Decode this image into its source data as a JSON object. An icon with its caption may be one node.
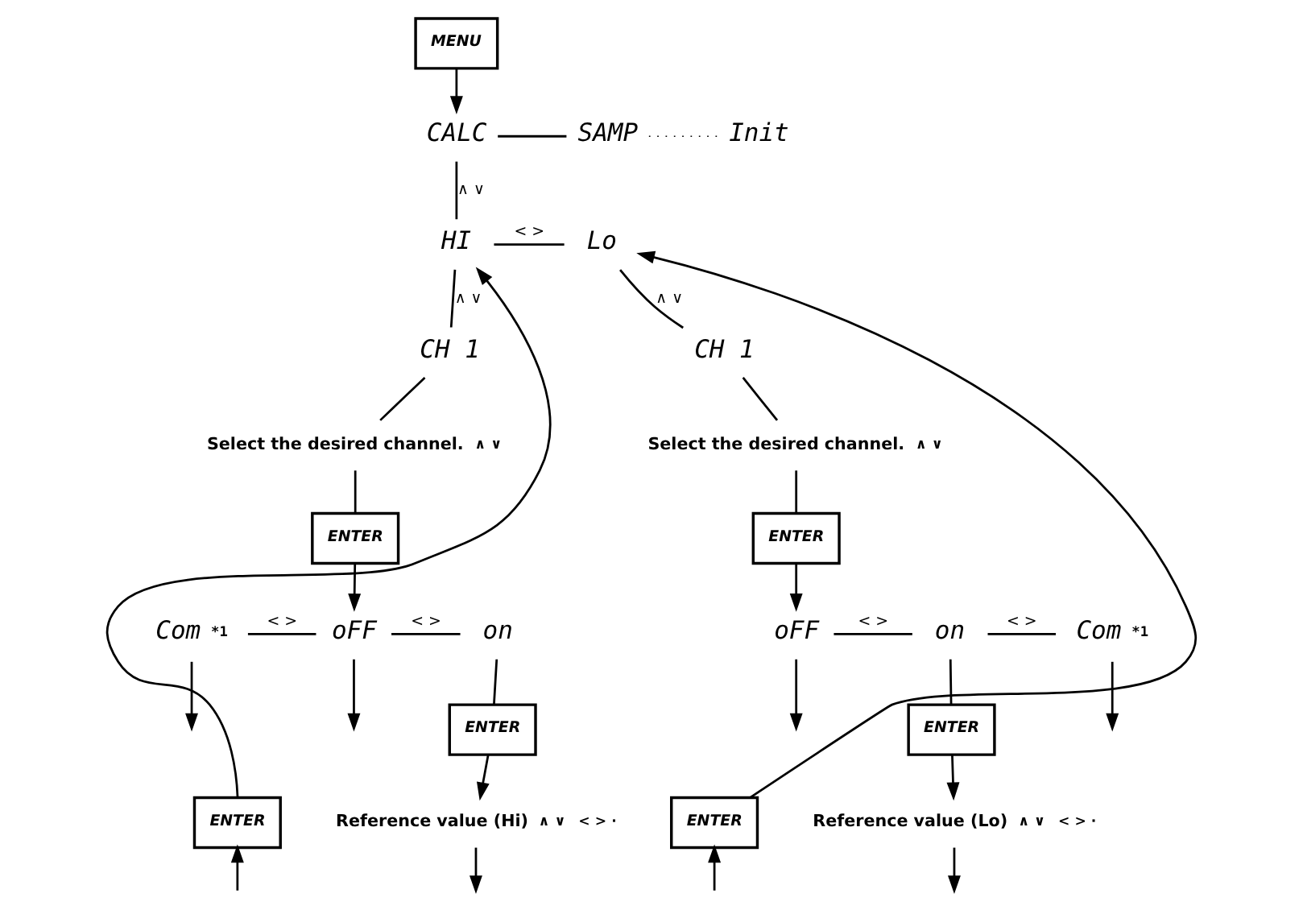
{
  "diagram": {
    "nodes": [
      {
        "text": [
          "MENU"
        ]
      },
      {
        "text": [
          "CALC"
        ]
      },
      {
        "text": [
          "SAMP"
        ]
      },
      {
        "text": [
          "Init"
        ]
      },
      {
        "text": [
          "HI"
        ]
      },
      {
        "text": [
          "Lo"
        ]
      },
      {
        "text": [
          "CH 1"
        ]
      },
      {
        "text": [
          "Select the desired channel."
        ],
        "beside": [
          "∧ ∨"
        ]
      },
      {
        "text": [
          "ENTER"
        ]
      },
      {
        "text": [
          "Com"
        ],
        "beside": [
          "*1"
        ]
      },
      {
        "text": [
          "oFF"
        ]
      },
      {
        "text": [
          "on"
        ]
      },
      {
        "text": [
          "ENTER"
        ]
      },
      {
        "text": [
          "Reference value (Hi)"
        ],
        "beside": [
          "∧ ∨",
          "< > ·"
        ]
      },
      {
        "text": [
          "ENTER"
        ]
      },
      {
        "text": [
          "CH 1"
        ]
      },
      {
        "text": [
          "Select the desired channel."
        ],
        "beside": [
          "∧ ∨"
        ]
      },
      {
        "text": [
          "ENTER"
        ]
      },
      {
        "text": [
          "oFF"
        ]
      },
      {
        "text": [
          "on"
        ]
      },
      {
        "text": [
          "Com"
        ],
        "beside": [
          "*1"
        ]
      },
      {
        "text": [
          "ENTER"
        ]
      },
      {
        "text": [
          "Reference value (Lo)"
        ],
        "beside": [
          "∧ ∨",
          "< > ·"
        ]
      },
      {
        "text": [
          "ENTER"
        ]
      }
    ],
    "edges": [
      {
        "from": 0,
        "to": 1,
        "arrow": "to"
      },
      {
        "from": 1,
        "to": 2,
        "arrow": "none"
      },
      {
        "from": 2,
        "to": 3,
        "arrow": "none",
        "style": "dashed"
      },
      {
        "from": 1,
        "to": 4,
        "arrow": "none",
        "label": "∧ ∨"
      },
      {
        "from": 4,
        "to": 5,
        "arrow": "none",
        "label": "< >"
      },
      {
        "from": 4,
        "to": 6,
        "arrow": "none",
        "label": "∧ ∨"
      },
      {
        "from": 6,
        "to": 7,
        "arrow": "none"
      },
      {
        "from": 7,
        "to": 8,
        "arrow": "none"
      },
      {
        "from": 8,
        "to": 10,
        "arrow": "to"
      },
      {
        "from": 9,
        "to": 10,
        "arrow": "none",
        "label": "< >"
      },
      {
        "from": 10,
        "to": 11,
        "arrow": "none",
        "label": "< >"
      },
      {
        "from": 11,
        "to": 12,
        "arrow": "none"
      },
      {
        "from": 12,
        "to": 13,
        "arrow": "to"
      },
      {
        "from": 9,
        "to": null,
        "arrow": "to"
      },
      {
        "from": 10,
        "to": null,
        "arrow": "to"
      },
      {
        "from": 13,
        "to": null,
        "arrow": "to"
      },
      {
        "from": null,
        "to": 14,
        "arrow": "to"
      },
      {
        "from": 14,
        "to": 4,
        "arrow": "to"
      },
      {
        "from": 5,
        "to": 15,
        "arrow": "none",
        "label": "∧ ∨"
      },
      {
        "from": 15,
        "to": 16,
        "arrow": "none"
      },
      {
        "from": 16,
        "to": 17,
        "arrow": "none"
      },
      {
        "from": 17,
        "to": 18,
        "arrow": "to"
      },
      {
        "from": 18,
        "to": 19,
        "arrow": "none",
        "label": "< >"
      },
      {
        "from": 19,
        "to": 20,
        "arrow": "none",
        "label": "< >"
      },
      {
        "from": 19,
        "to": 21,
        "arrow": "none"
      },
      {
        "from": 21,
        "to": 22,
        "arrow": "to"
      },
      {
        "from": 18,
        "to": null,
        "arrow": "to"
      },
      {
        "from": 22,
        "to": null,
        "arrow": "to"
      },
      {
        "from": 20,
        "to": null,
        "arrow": "to"
      },
      {
        "from": null,
        "to": 23,
        "arrow": "to"
      },
      {
        "from": 23,
        "to": 5,
        "arrow": "to"
      }
    ]
  }
}
